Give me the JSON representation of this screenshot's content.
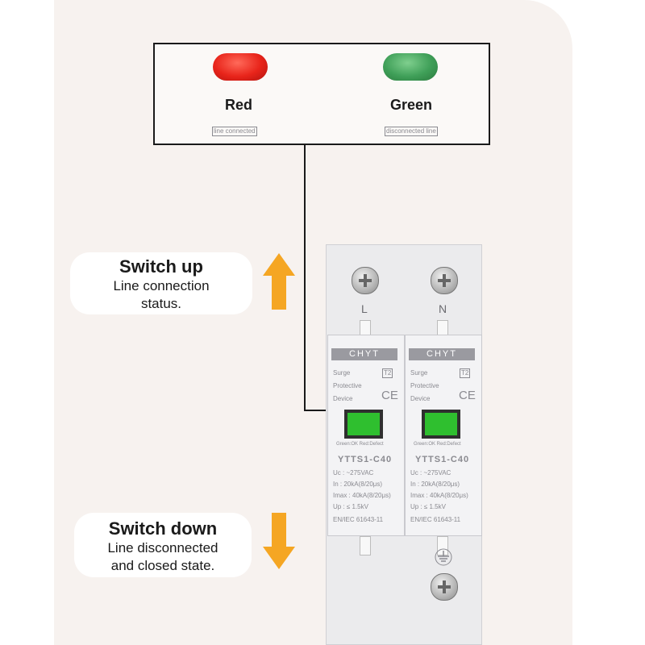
{
  "legend": {
    "red": {
      "title": "Red",
      "desc": "line connected",
      "color": "#e8241a"
    },
    "green": {
      "title": "Green",
      "desc": "disconnected line",
      "color": "#3f9f58"
    }
  },
  "callouts": {
    "up": {
      "title": "Switch up",
      "line1": "Line connection",
      "line2": "status."
    },
    "down": {
      "title": "Switch down",
      "line1": "Line disconnected",
      "line2": "and closed state."
    }
  },
  "arrow_color": "#f5a623",
  "device": {
    "terminals": {
      "left": "L",
      "right": "N"
    },
    "module": {
      "brand": "CHYT",
      "surge": "Surge",
      "protective": "Protective",
      "device": "Device",
      "class": "T2",
      "ce": "CE",
      "indicator_caption": "Green:OK  Red:Defect",
      "model": "YTTS1-C40",
      "uc": "Uc      : ~275VAC",
      "in": "In      : 20kA(8/20μs)",
      "imax": "Imax : 40kA(8/20μs)",
      "up": "Up      :    ≤ 1.5kV",
      "standard": "EN/IEC 61643-11"
    }
  }
}
